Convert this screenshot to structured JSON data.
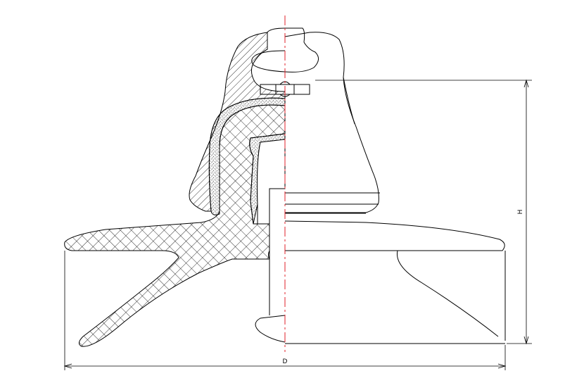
{
  "drawing": {
    "subject": "",
    "dimension_labels": {
      "diameter": "D",
      "height": "H"
    },
    "colors": {
      "outline": "#000000",
      "centerline": "#e0202a",
      "background": "#ffffff"
    },
    "fills": {
      "cap": "diagonal-hatch",
      "porcelain": "cross-hatch",
      "cement": "stipple"
    }
  }
}
